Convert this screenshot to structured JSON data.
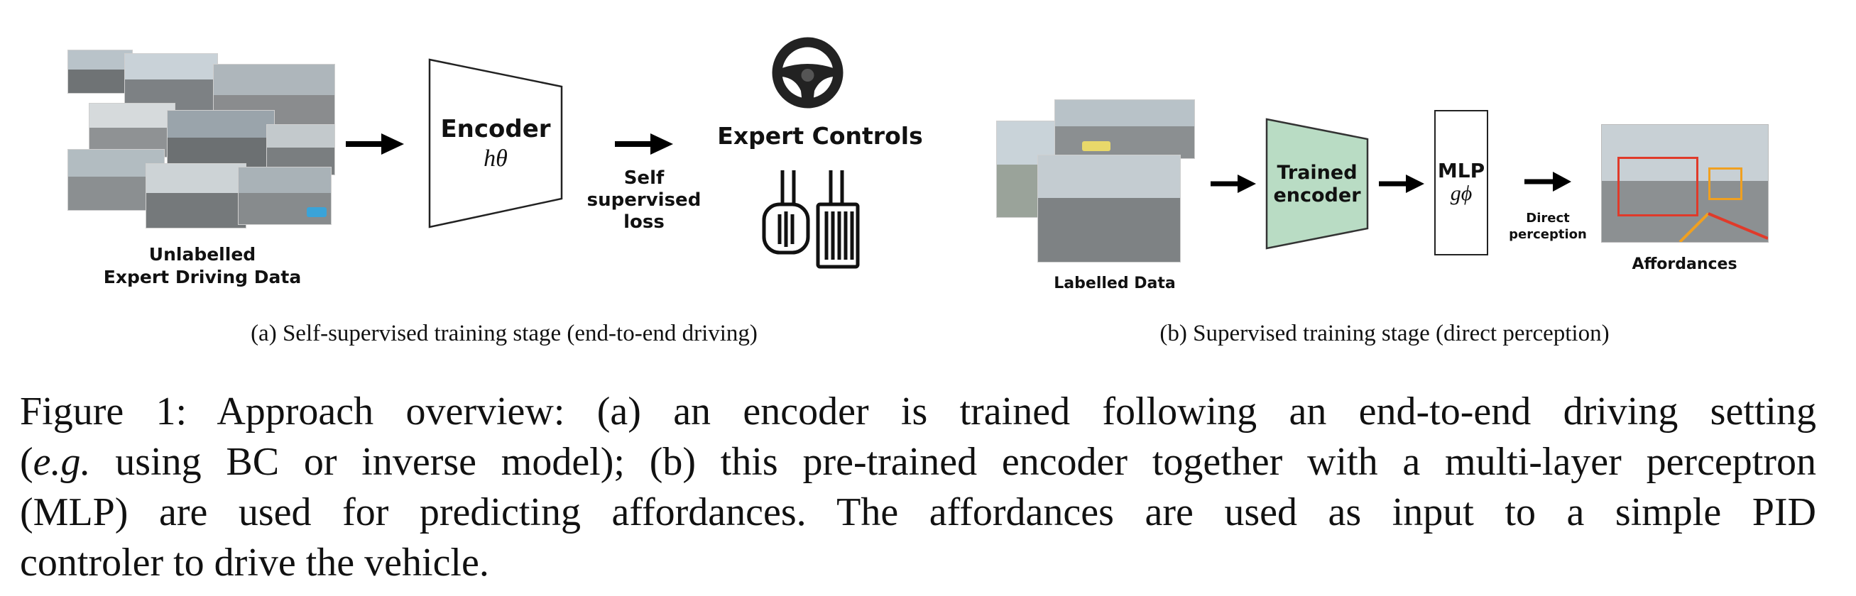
{
  "panel_a": {
    "input_label_line1": "Unlabelled",
    "input_label_line2": "Expert Driving Data",
    "encoder_title": "Encoder",
    "encoder_symbol": "hθ",
    "loss_line1": "Self",
    "loss_line2": "supervised",
    "loss_line3": "loss",
    "controls_title": "Expert Controls",
    "caption": "(a) Self-supervised training stage (end-to-end driving)"
  },
  "panel_b": {
    "input_label": "Labelled Data",
    "encoder_line1": "Trained",
    "encoder_line2": "encoder",
    "mlp_title": "MLP",
    "mlp_symbol": "gϕ",
    "perception_line1": "Direct",
    "perception_line2": "perception",
    "output_label": "Affordances",
    "caption": "(b) Supervised training stage (direct perception)"
  },
  "figure_caption": {
    "line1": "Figure 1: Approach overview: (a) an encoder is trained following an end-to-end driving setting",
    "line2_prefix": "(",
    "line2_italic": "e.g.",
    "line2_rest": " using BC or inverse model); (b) this pre-trained encoder together with a multi-layer perceptron",
    "line3": "(MLP) are used for predicting affordances. The affordances are used as input to a simple PID",
    "line4": "controler to drive the vehicle."
  },
  "colors": {
    "trained_encoder_fill": "#b9dcc4",
    "affordance_box_red": "#e03a2a",
    "affordance_box_orange": "#f0a020"
  },
  "icons": [
    "steering-wheel-icon",
    "pedals-icon",
    "arrow-right-icon"
  ]
}
